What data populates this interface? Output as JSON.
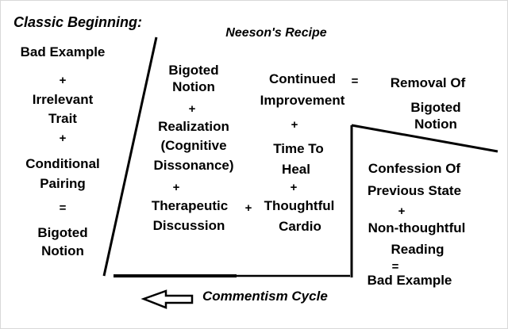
{
  "headings": {
    "classic_beginning": "Classic Beginning:",
    "neesons_recipe": "Neeson's Recipe"
  },
  "columns": {
    "classic": {
      "lines": [
        "Bad Example",
        "+",
        "Irrelevant",
        "Trait",
        "+",
        "Conditional",
        "Pairing",
        "=",
        "Bigoted",
        "Notion"
      ]
    },
    "recipe_left": {
      "lines": [
        "Bigoted",
        "Notion",
        "+",
        "Realization",
        "(Cognitive",
        "Dissonance)",
        "+",
        "Therapeutic",
        "Discussion"
      ]
    },
    "recipe_mid": {
      "lines": [
        "Continued",
        "Improvement",
        "+",
        "Time To",
        "Heal",
        "+",
        "Thoughtful",
        "Cardio"
      ]
    },
    "result_top": {
      "lines": [
        "Removal Of",
        "Bigoted",
        "Notion"
      ]
    },
    "result_bottom": {
      "lines": [
        "Confession Of",
        "Previous State",
        "+",
        "Non-thoughtful",
        "Reading",
        "=",
        "Bad Example"
      ]
    }
  },
  "operators": {
    "plus_between_recipe": "+",
    "equals_before_result": "="
  },
  "footer": {
    "cycle_label": "Commentism Cycle",
    "arrow_icon": "left-block-arrow"
  },
  "colors": {
    "ink": "#000000",
    "background": "#ffffff",
    "border": "#d9d9d9"
  }
}
